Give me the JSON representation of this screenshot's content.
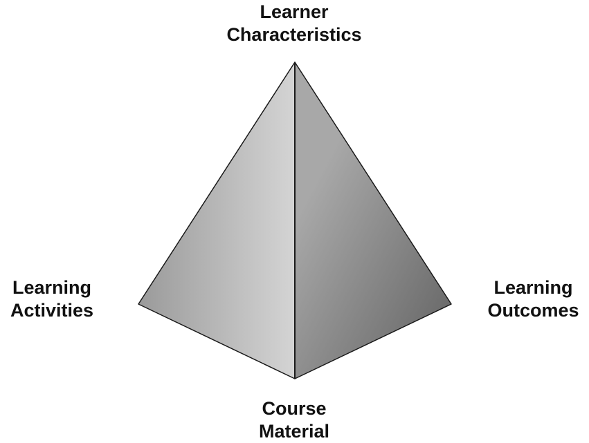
{
  "diagram": {
    "vertices": {
      "top": {
        "line1": "Learner",
        "line2": "Characteristics"
      },
      "left": {
        "line1": "Learning",
        "line2": "Activities"
      },
      "right": {
        "line1": "Learning",
        "line2": "Outcomes"
      },
      "bottom": {
        "line1": "Course",
        "line2": "Material"
      }
    }
  },
  "colors": {
    "left_face_light": "#d4d4d4",
    "left_face_dark": "#9a9a9a",
    "right_face_light": "#a8a8a8",
    "right_face_dark": "#6c6c6c",
    "edge": "#1a1a1a",
    "text": "#111111"
  }
}
